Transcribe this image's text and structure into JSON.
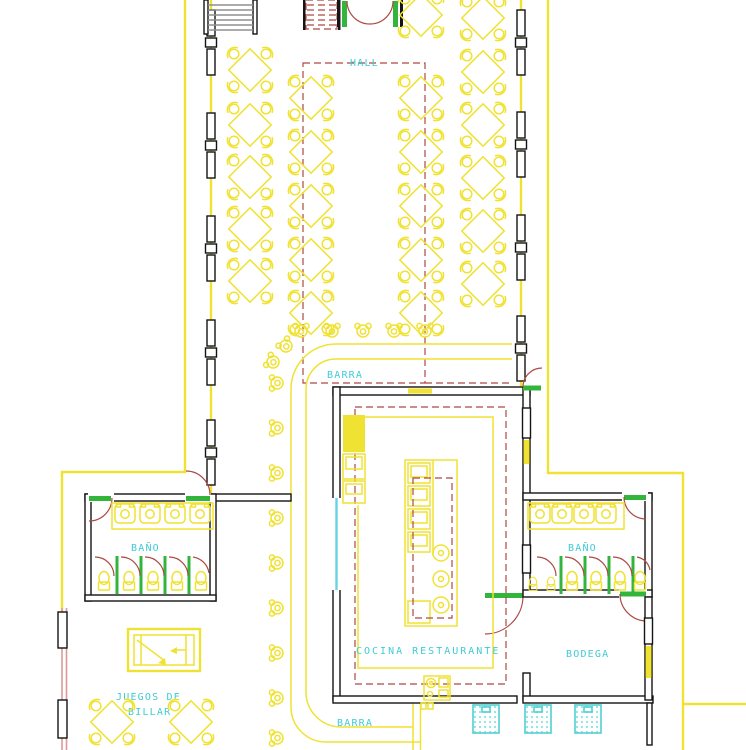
{
  "plan": {
    "labels": {
      "hall": "HALL",
      "barra_top": "BARRA",
      "bano_left": "BAÑO",
      "bano_right": "BAÑO",
      "cocina": "COCINA RESTAURANTE",
      "bodega": "BODEGA",
      "juegos_line1": "JUEGOS DE",
      "juegos_line2": "BILLAR",
      "barra_bottom": "BARRA"
    },
    "colors": {
      "background": "#ffffff",
      "furniture_yellow": "#f0e232",
      "label_cyan": "#3fcbd6",
      "boundary_red": "#ad4944",
      "door_green": "#33b53c",
      "wall_black": "#141414",
      "stair_gray": "#8f8f8f",
      "crate_cyan": "#4fd0d0",
      "crate_dot": "#8fe3e0",
      "outer_wall_pink": "#dc9a9a",
      "glass_cyan": "#66d4e4"
    }
  }
}
